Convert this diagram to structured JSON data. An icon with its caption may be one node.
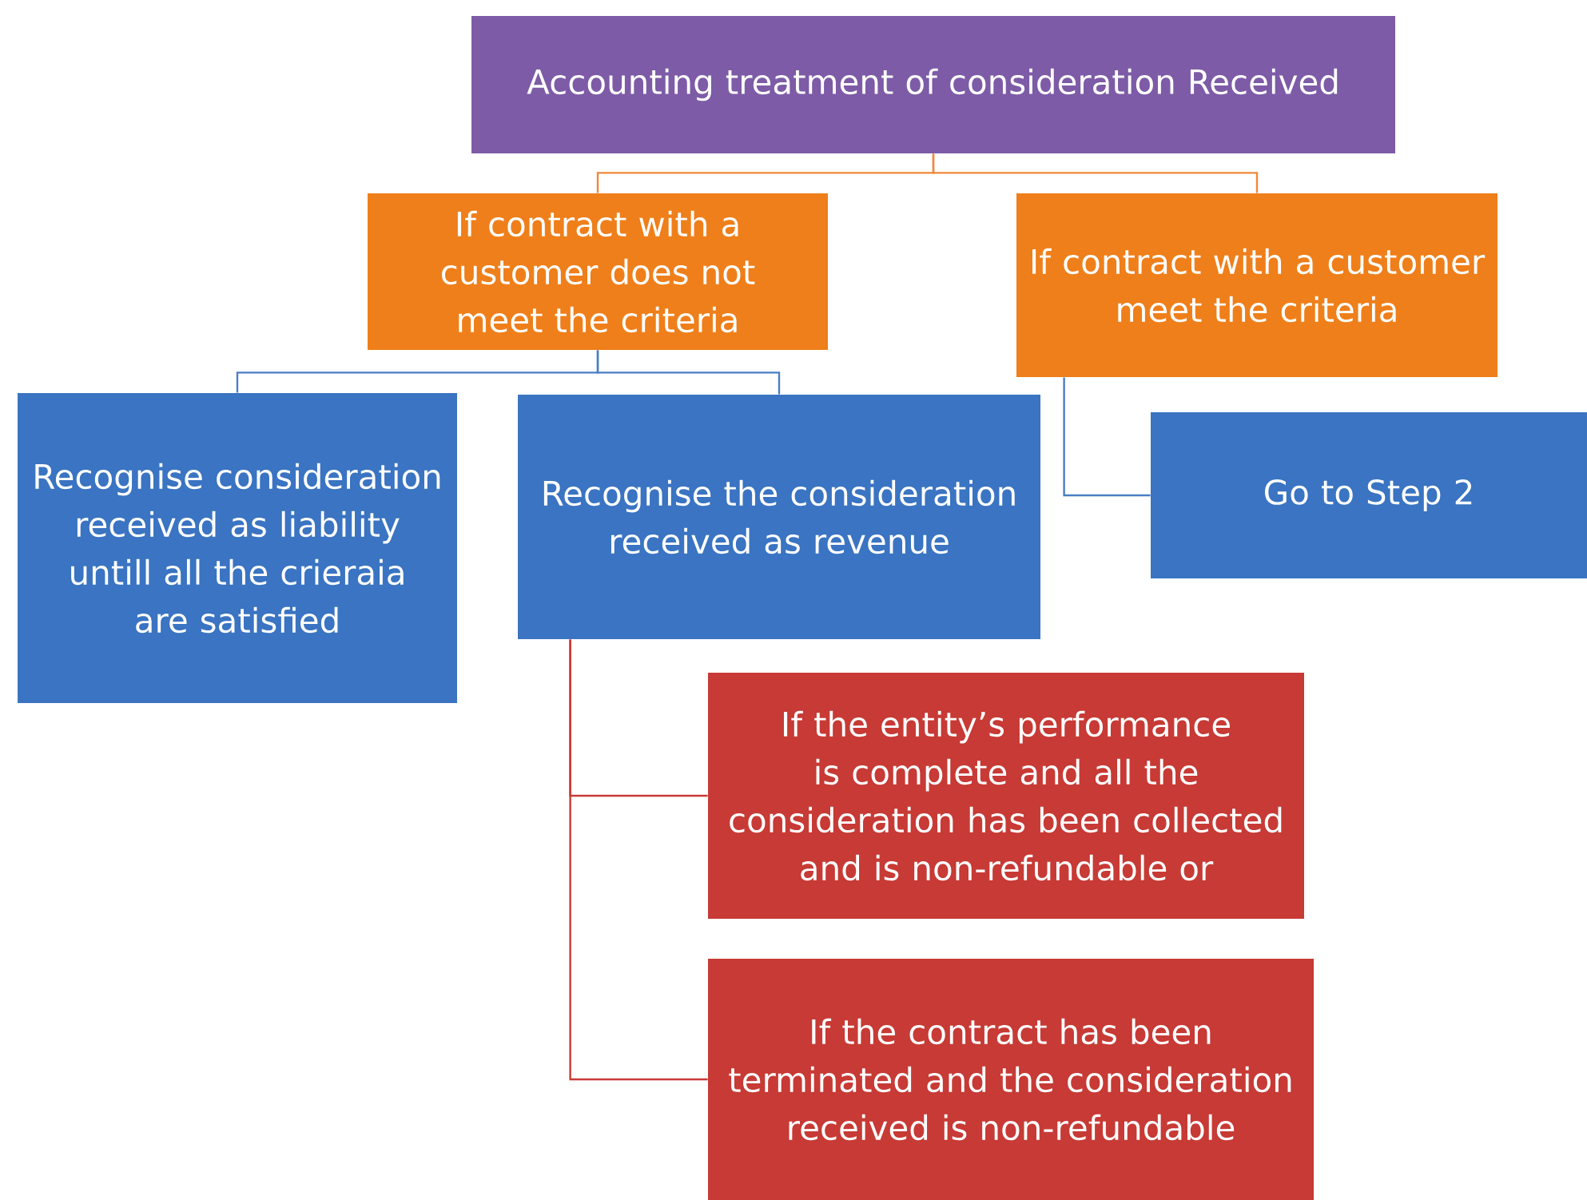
{
  "diagram": {
    "nodes": [
      {
        "text": [
          "Accounting treatment of consideration Received"
        ]
      },
      {
        "text": [
          "If contract with a customer does not meet the criteria"
        ]
      },
      {
        "text": [
          "If contract with a customer  meet the criteria"
        ]
      },
      {
        "text": [
          "Recognise consideration received as liability untill all the crieraia are satisfied"
        ]
      },
      {
        "text": [
          "Recognise the consideration received as revenue"
        ]
      },
      {
        "text": [
          "Go to Step 2"
        ]
      },
      {
        "text": [
          "If the entity’s performance is complete and all the consideration has been collected and is non-refundable or"
        ]
      },
      {
        "text": [
          "If the contract has been terminated and the consideration received is non-refundable"
        ]
      }
    ],
    "edges": [
      {
        "from": 0,
        "to": 1,
        "arrow": "none",
        "color": "#f0883a"
      },
      {
        "from": 0,
        "to": 2,
        "arrow": "none",
        "color": "#f0883a"
      },
      {
        "from": 1,
        "to": 3,
        "arrow": "none",
        "color": "#4a7ec4"
      },
      {
        "from": 1,
        "to": 4,
        "arrow": "none",
        "color": "#4a7ec4"
      },
      {
        "from": 2,
        "to": 5,
        "arrow": "none",
        "color": "#4a7ec4"
      },
      {
        "from": 4,
        "to": 6,
        "arrow": "none",
        "color": "#c83a36"
      },
      {
        "from": 4,
        "to": 7,
        "arrow": "none",
        "color": "#c83a36"
      }
    ]
  }
}
